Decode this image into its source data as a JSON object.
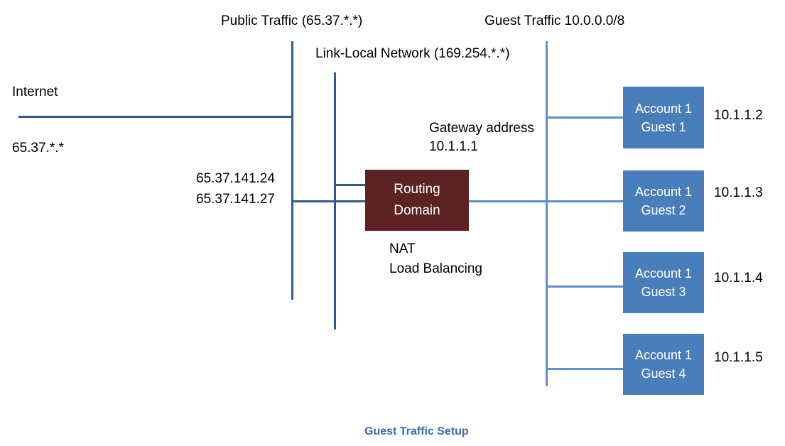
{
  "diagram": {
    "caption": "Guest Traffic Setup",
    "background_color": "#ffffff",
    "line_color": "#2E5A8E",
    "line_color_light": "#5B8FCB",
    "guest_box_color": "#4A7EBB",
    "router_box_color": "#5D2222",
    "caption_color": "#3A6CB0"
  },
  "labels": {
    "public_traffic": "Public Traffic (65.37.*.*)",
    "guest_traffic": "Guest Traffic 10.0.0.0/8",
    "link_local": "Link-Local Network (169.254.*.*)",
    "internet": "Internet",
    "internet_subnet": "65.37.*.*",
    "public_ip_1": "65.37.141.24",
    "public_ip_2": "65.37.141.27",
    "gateway_line_1": "Gateway address",
    "gateway_line_2": "10.1.1.1",
    "nat": "NAT",
    "load_balancing": "Load Balancing"
  },
  "router": {
    "line_1": "Routing",
    "line_2": "Domain"
  },
  "guests": [
    {
      "line_1": "Account 1",
      "line_2": "Guest 1",
      "ip": "10.1.1.2"
    },
    {
      "line_1": "Account 1",
      "line_2": "Guest 2",
      "ip": "10.1.1.3"
    },
    {
      "line_1": "Account 1",
      "line_2": "Guest 3",
      "ip": "10.1.1.4"
    },
    {
      "line_1": "Account 1",
      "line_2": "Guest 4",
      "ip": "10.1.1.5"
    }
  ]
}
